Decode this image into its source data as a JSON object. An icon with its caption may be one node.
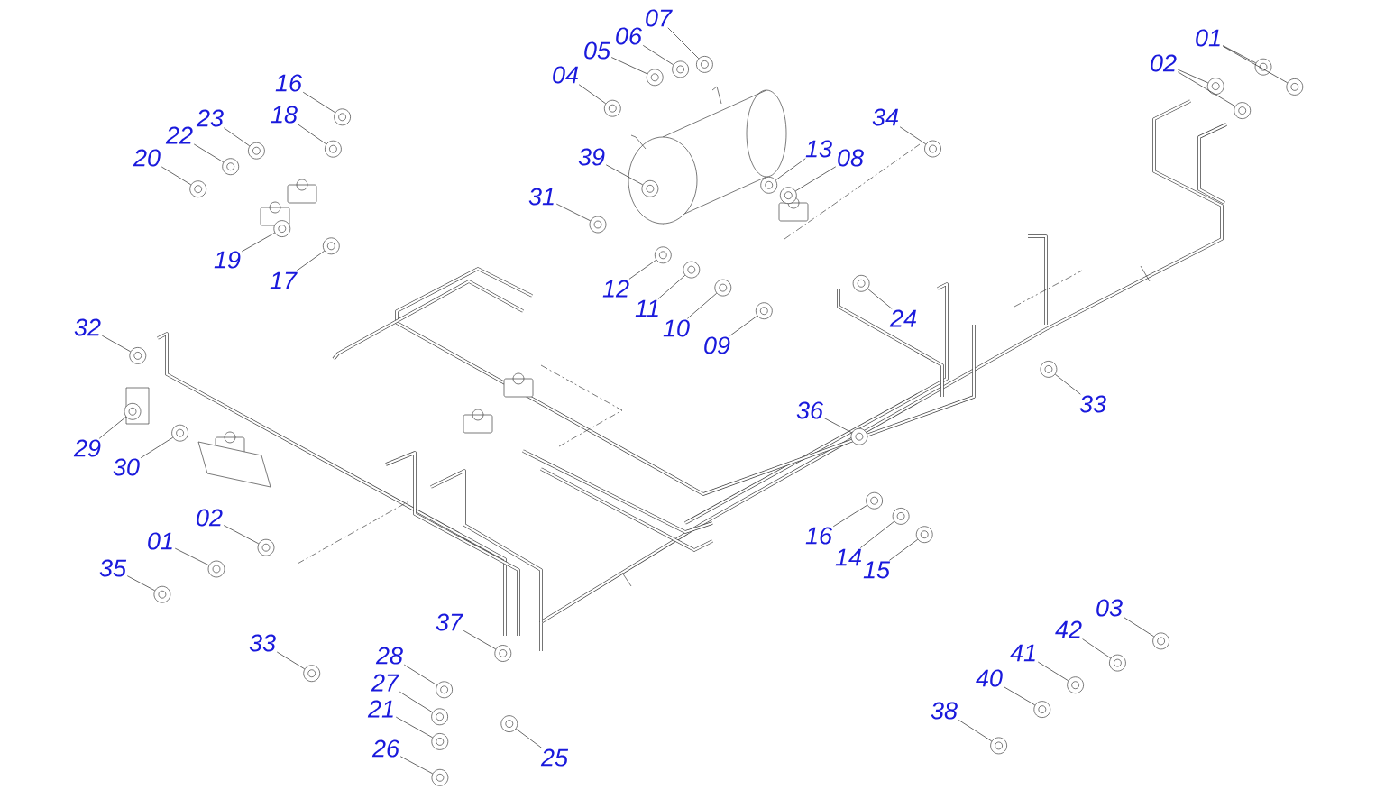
{
  "diagram": {
    "nodes": [
      {
        "text": [
          "01"
        ]
      },
      {
        "text": [
          "02"
        ]
      },
      {
        "text": [
          "07"
        ]
      },
      {
        "text": [
          "06"
        ]
      },
      {
        "text": [
          "05"
        ]
      },
      {
        "text": [
          "04"
        ]
      },
      {
        "text": [
          "16"
        ]
      },
      {
        "text": [
          "18"
        ]
      },
      {
        "text": [
          "23"
        ]
      },
      {
        "text": [
          "22"
        ]
      },
      {
        "text": [
          "20"
        ]
      },
      {
        "text": [
          "19"
        ]
      },
      {
        "text": [
          "17"
        ]
      },
      {
        "text": [
          "39"
        ]
      },
      {
        "text": [
          "31"
        ]
      },
      {
        "text": [
          "34"
        ]
      },
      {
        "text": [
          "13"
        ]
      },
      {
        "text": [
          "08"
        ]
      },
      {
        "text": [
          "12"
        ]
      },
      {
        "text": [
          "11"
        ]
      },
      {
        "text": [
          "10"
        ]
      },
      {
        "text": [
          "09"
        ]
      },
      {
        "text": [
          "24"
        ]
      },
      {
        "text": [
          "33"
        ]
      },
      {
        "text": [
          "36"
        ]
      },
      {
        "text": [
          "32"
        ]
      },
      {
        "text": [
          "29"
        ]
      },
      {
        "text": [
          "30"
        ]
      },
      {
        "text": [
          "02"
        ]
      },
      {
        "text": [
          "01"
        ]
      },
      {
        "text": [
          "35"
        ]
      },
      {
        "text": [
          "33"
        ]
      },
      {
        "text": [
          "37"
        ]
      },
      {
        "text": [
          "28"
        ]
      },
      {
        "text": [
          "27"
        ]
      },
      {
        "text": [
          "21"
        ]
      },
      {
        "text": [
          "26"
        ]
      },
      {
        "text": [
          "25"
        ]
      },
      {
        "text": [
          "16"
        ]
      },
      {
        "text": [
          "14"
        ]
      },
      {
        "text": [
          "15"
        ]
      },
      {
        "text": [
          "03"
        ]
      },
      {
        "text": [
          "42"
        ]
      },
      {
        "text": [
          "41"
        ]
      },
      {
        "text": [
          "40"
        ]
      },
      {
        "text": [
          "38"
        ]
      },
      {
        "text": [],
        "shape": "picture"
      },
      {
        "text": [],
        "shape": "picture"
      },
      {
        "text": [],
        "shape": "picture"
      },
      {
        "text": [],
        "shape": "picture"
      },
      {
        "text": [],
        "shape": "picture"
      },
      {
        "text": [],
        "shape": "picture"
      },
      {
        "text": [],
        "shape": "picture"
      },
      {
        "text": [],
        "shape": "picture"
      },
      {
        "text": [],
        "shape": "picture"
      },
      {
        "text": [],
        "shape": "picture"
      },
      {
        "text": [],
        "shape": "picture"
      },
      {
        "text": [],
        "shape": "picture"
      },
      {
        "text": [],
        "shape": "picture"
      },
      {
        "text": [],
        "shape": "picture"
      },
      {
        "text": [],
        "shape": "picture"
      },
      {
        "text": [],
        "shape": "picture"
      },
      {
        "text": [],
        "shape": "picture"
      },
      {
        "text": [],
        "shape": "picture"
      },
      {
        "text": [],
        "shape": "picture"
      },
      {
        "text": [],
        "shape": "picture"
      },
      {
        "text": [],
        "shape": "picture"
      },
      {
        "text": [],
        "shape": "picture"
      },
      {
        "text": [],
        "shape": "picture"
      },
      {
        "text": [],
        "shape": "picture"
      },
      {
        "text": [],
        "shape": "picture"
      },
      {
        "text": [],
        "shape": "picture"
      },
      {
        "text": [],
        "shape": "picture"
      },
      {
        "text": [],
        "shape": "picture"
      },
      {
        "text": [],
        "shape": "picture"
      },
      {
        "text": [],
        "shape": "picture"
      },
      {
        "text": [],
        "shape": "picture"
      },
      {
        "text": [],
        "shape": "picture"
      },
      {
        "text": [],
        "shape": "picture"
      },
      {
        "text": [],
        "shape": "picture"
      },
      {
        "text": [],
        "shape": "picture"
      },
      {
        "text": [],
        "shape": "picture"
      },
      {
        "text": [],
        "shape": "picture"
      },
      {
        "text": [],
        "shape": "picture"
      },
      {
        "text": [],
        "shape": "picture"
      },
      {
        "text": [],
        "shape": "picture"
      },
      {
        "text": [],
        "shape": "picture"
      },
      {
        "text": [],
        "shape": "picture"
      },
      {
        "text": [],
        "shape": "picture"
      },
      {
        "text": [],
        "shape": "picture"
      },
      {
        "text": [],
        "shape": "picture"
      },
      {
        "text": [],
        "shape": "picture"
      },
      {
        "text": [],
        "shape": "picture"
      },
      {
        "text": [],
        "shape": "picture"
      }
    ],
    "edges": [
      {
        "from": 0,
        "to": 46,
        "arrow": "none"
      },
      {
        "from": 0,
        "to": 47,
        "arrow": "none"
      },
      {
        "from": 1,
        "to": 48,
        "arrow": "none"
      },
      {
        "from": 1,
        "to": 49,
        "arrow": "none"
      },
      {
        "from": 2,
        "to": 50,
        "arrow": "none"
      },
      {
        "from": 3,
        "to": 51,
        "arrow": "none"
      },
      {
        "from": 4,
        "to": 52,
        "arrow": "none"
      },
      {
        "from": 5,
        "to": 53,
        "arrow": "none"
      },
      {
        "from": 6,
        "to": 54,
        "arrow": "none"
      },
      {
        "from": 7,
        "to": 55,
        "arrow": "none"
      },
      {
        "from": 8,
        "to": 56,
        "arrow": "none"
      },
      {
        "from": 9,
        "to": 57,
        "arrow": "none"
      },
      {
        "from": 10,
        "to": 58,
        "arrow": "none"
      },
      {
        "from": 11,
        "to": 59,
        "arrow": "none"
      },
      {
        "from": 12,
        "to": 60,
        "arrow": "none"
      },
      {
        "from": 13,
        "to": 61,
        "arrow": "none"
      },
      {
        "from": 14,
        "to": 62,
        "arrow": "none"
      },
      {
        "from": 15,
        "to": 63,
        "arrow": "none"
      },
      {
        "from": 16,
        "to": 64,
        "arrow": "none"
      },
      {
        "from": 17,
        "to": 65,
        "arrow": "none"
      },
      {
        "from": 18,
        "to": 66,
        "arrow": "none"
      },
      {
        "from": 19,
        "to": 67,
        "arrow": "none"
      },
      {
        "from": 20,
        "to": 68,
        "arrow": "none"
      },
      {
        "from": 21,
        "to": 69,
        "arrow": "none"
      },
      {
        "from": 22,
        "to": 70,
        "arrow": "none"
      },
      {
        "from": 23,
        "to": 71,
        "arrow": "none"
      },
      {
        "from": 24,
        "to": 72,
        "arrow": "none"
      },
      {
        "from": 25,
        "to": 73,
        "arrow": "none"
      },
      {
        "from": 26,
        "to": 74,
        "arrow": "none"
      },
      {
        "from": 27,
        "to": 75,
        "arrow": "none"
      },
      {
        "from": 28,
        "to": 76,
        "arrow": "none"
      },
      {
        "from": 29,
        "to": 77,
        "arrow": "none"
      },
      {
        "from": 30,
        "to": 78,
        "arrow": "none"
      },
      {
        "from": 31,
        "to": 79,
        "arrow": "none"
      },
      {
        "from": 32,
        "to": 80,
        "arrow": "none"
      },
      {
        "from": 33,
        "to": 81,
        "arrow": "none"
      },
      {
        "from": 34,
        "to": 82,
        "arrow": "none"
      },
      {
        "from": 35,
        "to": 83,
        "arrow": "none"
      },
      {
        "from": 36,
        "to": 84,
        "arrow": "none"
      },
      {
        "from": 37,
        "to": 85,
        "arrow": "none"
      },
      {
        "from": 38,
        "to": 86,
        "arrow": "none"
      },
      {
        "from": 39,
        "to": 87,
        "arrow": "none"
      },
      {
        "from": 40,
        "to": 88,
        "arrow": "none"
      },
      {
        "from": 41,
        "to": 89,
        "arrow": "none"
      },
      {
        "from": 42,
        "to": 90,
        "arrow": "none"
      },
      {
        "from": 43,
        "to": 91,
        "arrow": "none"
      },
      {
        "from": 44,
        "to": 92,
        "arrow": "none"
      },
      {
        "from": 45,
        "to": 93,
        "arrow": "none"
      }
    ]
  }
}
